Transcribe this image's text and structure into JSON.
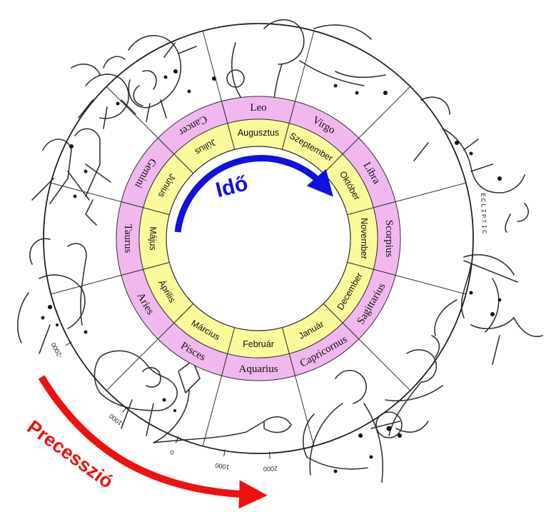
{
  "zodiac": [
    "Leo",
    "Virgo",
    "Libra",
    "Scorpius",
    "Sagittarius",
    "Capricornus",
    "Aquarius",
    "Pisces",
    "Aries",
    "Taurus",
    "Gemini",
    "Cancer"
  ],
  "months": [
    "Augusztus",
    "Szeptember",
    "Október",
    "November",
    "December",
    "Január",
    "Február",
    "Március",
    "Április",
    "Május",
    "Június",
    "Július"
  ],
  "arrows": {
    "time_label": "Idő",
    "time_color": "#1010e0",
    "precession_label": "Precesszió",
    "precession_color": "#ee1111"
  },
  "ecliptic_label": "ECLIPTIC",
  "year_ticks": [
    "-2000",
    "-1000",
    "0",
    "1000",
    "2000"
  ],
  "colors": {
    "zodiac_ring": "#f0b8ee",
    "month_ring": "#fafa9c",
    "ring_stroke": "#333333",
    "outer_circle": "#222222"
  }
}
